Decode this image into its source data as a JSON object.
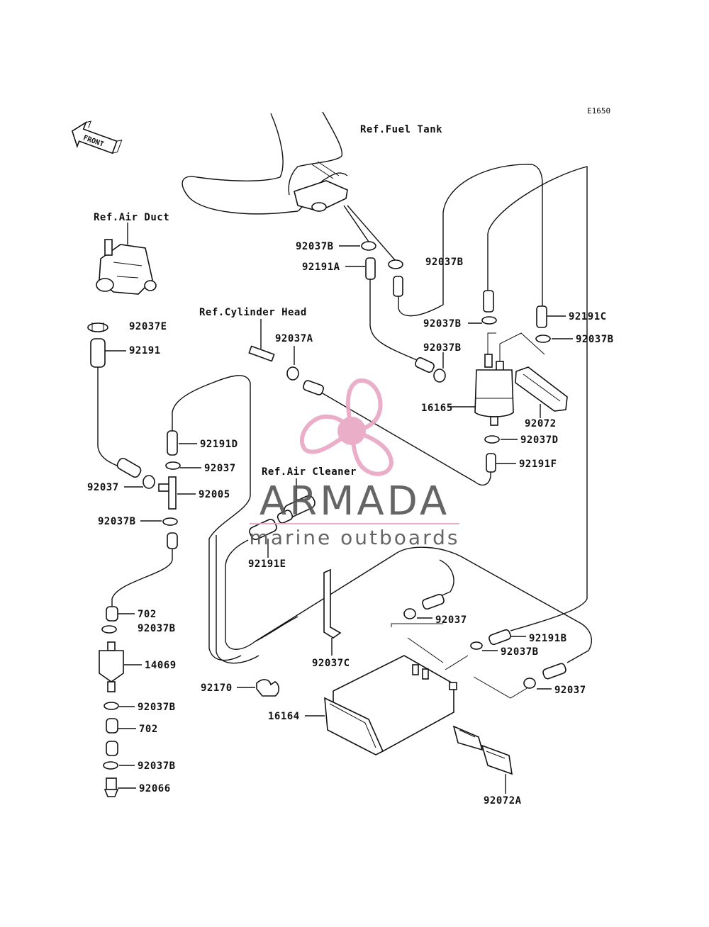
{
  "diagram_code": "E1650",
  "front_label": "FRONT",
  "refs": {
    "fuel_tank": "Ref.Fuel Tank",
    "air_duct": "Ref.Air Duct",
    "cylinder_head": "Ref.Cylinder Head",
    "air_cleaner": "Ref.Air Cleaner"
  },
  "parts": {
    "p92037B_a": "92037B",
    "p92191A": "92191A",
    "p92037B_b": "92037B",
    "p92037E": "92037E",
    "p92191": "92191",
    "p92037A": "92037A",
    "p92191C": "92191C",
    "p92037B_c": "92037B",
    "p92037B_d": "92037B",
    "p92037B_e": "92037B",
    "p16165": "16165",
    "p92072": "92072",
    "p92037D": "92037D",
    "p92191F": "92191F",
    "p92191D": "92191D",
    "p92037_a": "92037",
    "p92037_b": "92037",
    "p92005": "92005",
    "p92037B_f": "92037B",
    "p92191E": "92191E",
    "p702_a": "702",
    "p92037B_g": "92037B",
    "p14069": "14069",
    "p92037B_h": "92037B",
    "p702_b": "702",
    "p92037B_i": "92037B",
    "p92066": "92066",
    "p92037_c": "92037",
    "p92191B": "92191B",
    "p92037B_j": "92037B",
    "p92037C": "92037C",
    "p92037_d": "92037",
    "p92170": "92170",
    "p16164": "16164",
    "p92072A": "92072A"
  },
  "watermark": {
    "brand": "ARMADA",
    "tagline": "marine outboards",
    "logo_color": "#e8a6c4",
    "logo_dark": "#d87fa8"
  }
}
